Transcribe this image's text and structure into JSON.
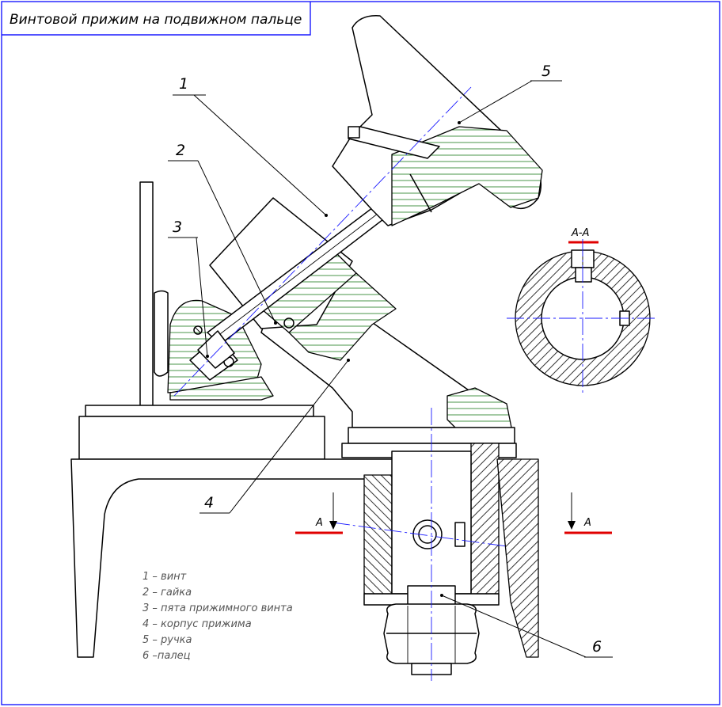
{
  "title": "Винтовой прижим на подвижном пальце",
  "callouts": [
    {
      "num": "1"
    },
    {
      "num": "2"
    },
    {
      "num": "3"
    },
    {
      "num": "4"
    },
    {
      "num": "5"
    },
    {
      "num": "6"
    }
  ],
  "section": {
    "name": "A-A",
    "left_mark": "A",
    "right_mark": "A"
  },
  "legend": [
    "1 – винт",
    "2 – гайка",
    "3 – пята прижимного винта",
    "4 – корпус прижима",
    "5 – ручка",
    "6 –палец"
  ],
  "colors": {
    "frame": "#1a1aff",
    "axis": "#1a1aff",
    "hatch_green": "#1a7a1a",
    "cut_line": "#e00000"
  }
}
